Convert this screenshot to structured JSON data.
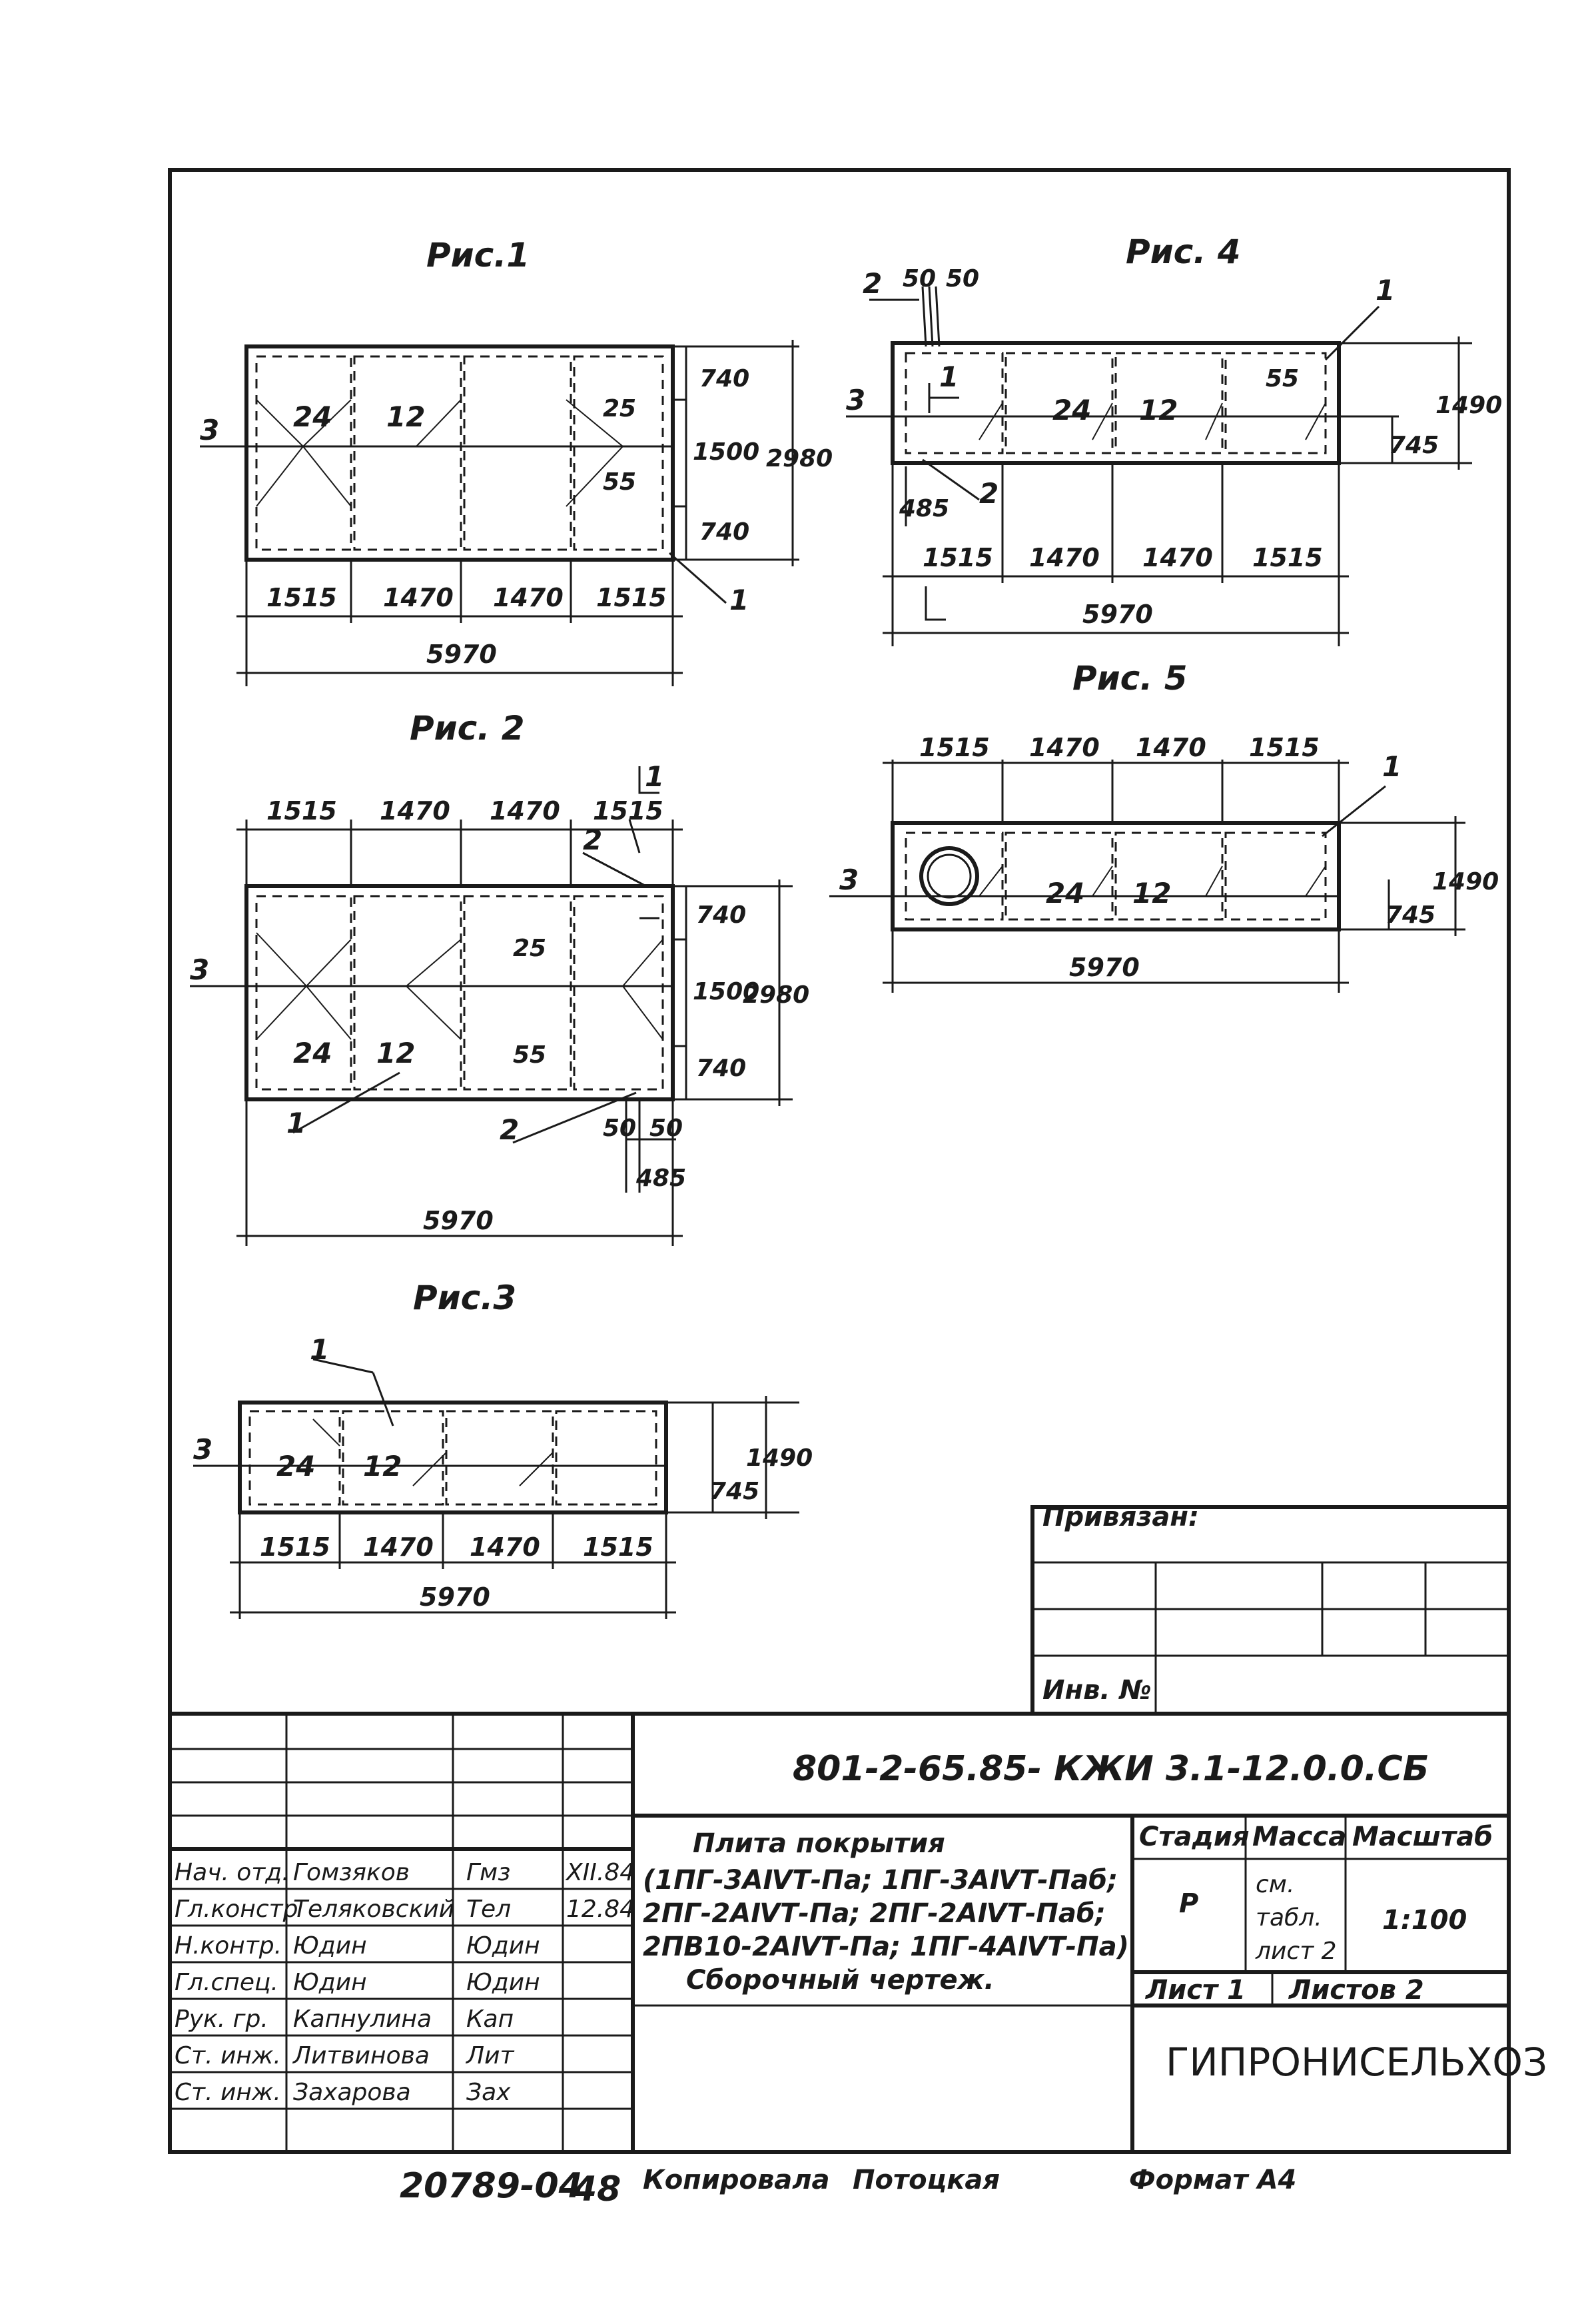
{
  "figures": {
    "fig1": {
      "title": "Рис.1",
      "width_labels": [
        "1515",
        "1470",
        "1470",
        "1515"
      ],
      "total": "5970",
      "heights": [
        "740",
        "1500",
        "740"
      ],
      "total_height": "2980",
      "marks": [
        "24",
        "12"
      ],
      "small": [
        "25",
        "55"
      ],
      "callouts": [
        "3",
        "1"
      ]
    },
    "fig2": {
      "title": "Рис. 2",
      "width_labels": [
        "1515",
        "1470",
        "1470",
        "1515"
      ],
      "total": "5970",
      "heights": [
        "740",
        "1500",
        "740"
      ],
      "total_height": "2980",
      "marks": [
        "24",
        "12"
      ],
      "small": [
        "25",
        "55"
      ],
      "callouts": [
        "3",
        "1",
        "2",
        "2"
      ],
      "section": "1",
      "notes": [
        "50",
        "50",
        "485"
      ]
    },
    "fig3": {
      "title": "Рис.3",
      "width_labels": [
        "1515",
        "1470",
        "1470",
        "1515"
      ],
      "total": "5970",
      "heights": [
        "745",
        "1490"
      ],
      "marks": [
        "24",
        "12"
      ],
      "callouts": [
        "3",
        "1"
      ]
    },
    "fig4": {
      "title": "Рис. 4",
      "width_labels": [
        "1515",
        "1470",
        "1470",
        "1515"
      ],
      "total": "5970",
      "heights": [
        "745",
        "1490"
      ],
      "marks": [
        "24",
        "12"
      ],
      "small": [
        "55"
      ],
      "callouts": [
        "2",
        "3",
        "2",
        "1"
      ],
      "section": "1",
      "notes": [
        "50",
        "50",
        "485"
      ]
    },
    "fig5": {
      "title": "Рис. 5",
      "width_labels": [
        "1515",
        "1470",
        "1470",
        "1515"
      ],
      "total": "5970",
      "heights": [
        "745",
        "1490"
      ],
      "marks": [
        "24",
        "12"
      ],
      "callouts": [
        "3",
        "1"
      ]
    }
  },
  "binding": {
    "attached": "Привязан:",
    "inv": "Инв. №"
  },
  "title_block": {
    "code": "801-2-65.85- КЖИ 3.1-12.0.0.СБ",
    "name_lines": [
      "Плита покрытия",
      "(1ПГ-3АⅣТ-Па; 1ПГ-3АⅣТ-Паб;",
      "2ПГ-2АⅣТ-Па; 2ПГ-2АⅣТ-Паб;",
      "2ПВ10-2АⅣТ-Па; 1ПГ-4АⅣТ-Па)",
      "Сборочный чертеж."
    ],
    "staff": [
      {
        "role": "Нач. отд.",
        "name": "Гомзяков",
        "sign": "Гмз",
        "date": "XII.84"
      },
      {
        "role": "Гл.констр",
        "name": "Теляковский",
        "sign": "Тел",
        "date": "12.84"
      },
      {
        "role": "Н.контр.",
        "name": "Юдин",
        "sign": "Юдин",
        "date": ""
      },
      {
        "role": "Гл.спец.",
        "name": "Юдин",
        "sign": "Юдин",
        "date": ""
      },
      {
        "role": "Рук. гр.",
        "name": "Капнулина",
        "sign": "Кап",
        "date": ""
      },
      {
        "role": "Ст. инж.",
        "name": "Литвинова",
        "sign": "Лит",
        "date": ""
      },
      {
        "role": "Ст. инж.",
        "name": "Захарова",
        "sign": "Зах",
        "date": ""
      }
    ],
    "stage_label": "Стадия",
    "mass_label": "Масса",
    "scale_label": "Масштаб",
    "stage": "Р",
    "mass_lines": [
      "см.",
      "табл.",
      "лист 2"
    ],
    "scale": "1:100",
    "sheet": "Лист 1",
    "sheets": "Листов 2",
    "org": "ГИПРОНИСЕЛЬХОЗ"
  },
  "footer": {
    "inv_no": "20789-04",
    "sheet_no": "48",
    "copied": "Копировала",
    "copier": "Потоцкая",
    "format": "Формат А4"
  }
}
